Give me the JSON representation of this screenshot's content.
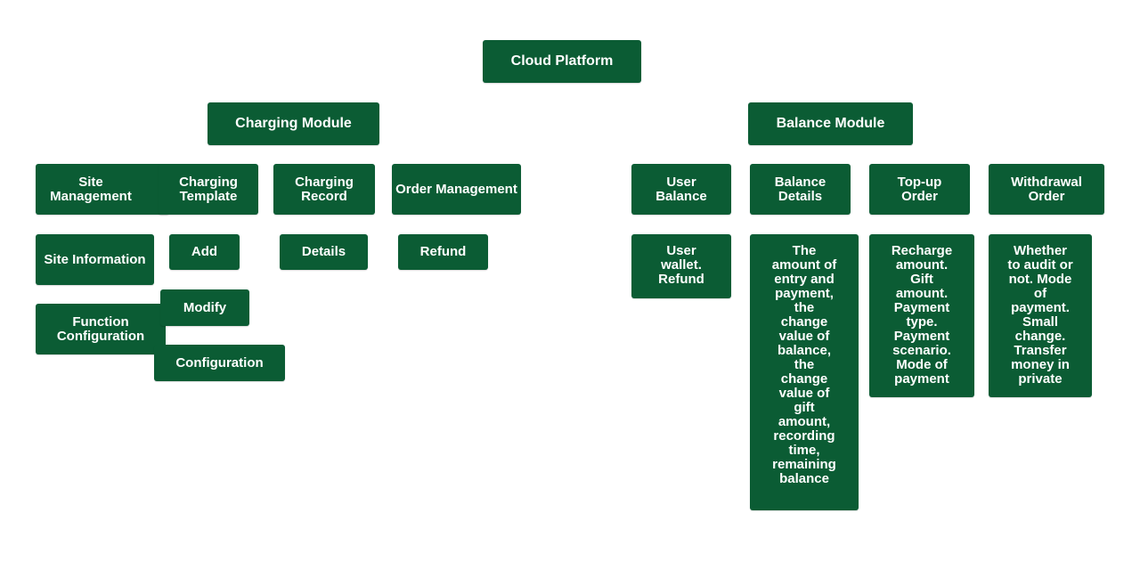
{
  "colors": {
    "node_fill": "#0b5c34",
    "node_text": "#ffffff",
    "background": "#ffffff"
  },
  "root": {
    "label": "Cloud Platform"
  },
  "modules": {
    "charging": {
      "label": "Charging Module",
      "site_management": "Site Management",
      "charging_template": "Charging Template",
      "charging_record": "Charging Record",
      "order_management": "Order Management",
      "site_information": "Site Information",
      "function_configuration": "Function Configuration",
      "add": "Add",
      "modify": "Modify",
      "configuration": "Configuration",
      "details": "Details",
      "refund": "Refund"
    },
    "balance": {
      "label": "Balance Module",
      "user_balance": "User Balance",
      "balance_details": "Balance Details",
      "topup_order": "Top-up Order",
      "withdrawal_order": "Withdrawal Order",
      "user_balance_desc": "User wallet. Refund",
      "balance_details_desc": "The amount of entry and payment, the change value of balance, the change value of gift amount, recording time, remaining balance",
      "topup_order_desc": "Recharge amount. Gift amount. Payment type. Payment scenario. Mode of payment",
      "withdrawal_order_desc": "Whether to audit or not. Mode of payment. Small change. Transfer money in private"
    }
  }
}
